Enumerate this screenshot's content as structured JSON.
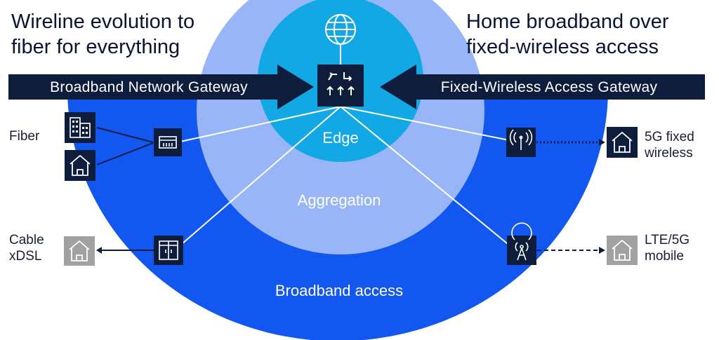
{
  "titles": {
    "left": "Wireline evolution to\nfiber for everything",
    "right": "Home broadband over\nfixed-wireless access"
  },
  "gateways": {
    "left": "Broadband Network Gateway",
    "right": "Fixed-Wireless Access Gateway"
  },
  "zones": {
    "edge": "Edge",
    "aggregation": "Aggregation",
    "access": "Broadband access"
  },
  "endpoints": {
    "fiber": "Fiber",
    "cable": "Cable\nxDSL",
    "fixed_wireless": "5G fixed\nwireless",
    "mobile": "LTE/5G\nmobile"
  },
  "icons": [
    "globe-icon",
    "router-icon",
    "building-icon",
    "home-icon",
    "olt-icon",
    "cabinet-icon",
    "antenna-icon",
    "radio-tower-icon"
  ],
  "colors": {
    "navy": "#0f1d3d",
    "access_blue": "#1257f0",
    "aggregation_blue": "#98b6f7",
    "edge_blue": "#12a8e6",
    "gray_home": "#a1a1a1"
  }
}
